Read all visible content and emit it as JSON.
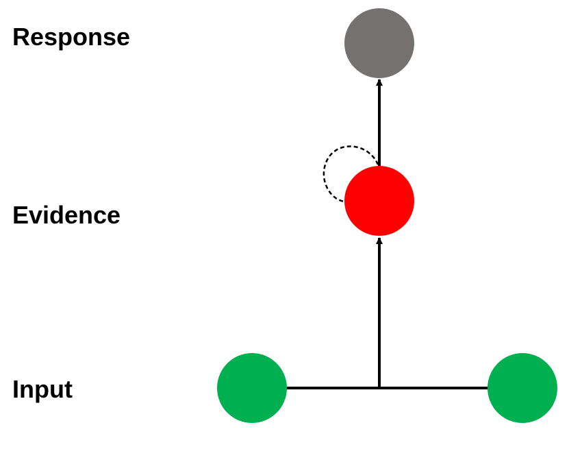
{
  "labels": {
    "response": "Response",
    "evidence": "Evidence",
    "input": "Input"
  },
  "colors": {
    "response_node": "#767171",
    "evidence_node": "#ff0000",
    "input_node": "#00b050",
    "edges": "#000000"
  },
  "nodes": [
    {
      "id": "response",
      "layer": "response"
    },
    {
      "id": "evidence",
      "layer": "evidence",
      "self_loop": "dashed"
    },
    {
      "id": "input-left",
      "layer": "input"
    },
    {
      "id": "input-right",
      "layer": "input"
    }
  ],
  "edges": [
    {
      "from": "input-left",
      "to": "evidence",
      "style": "solid"
    },
    {
      "from": "input-right",
      "to": "evidence",
      "style": "solid"
    },
    {
      "from": "evidence",
      "to": "response",
      "style": "solid"
    },
    {
      "from": "evidence",
      "to": "evidence",
      "style": "dashed"
    }
  ]
}
